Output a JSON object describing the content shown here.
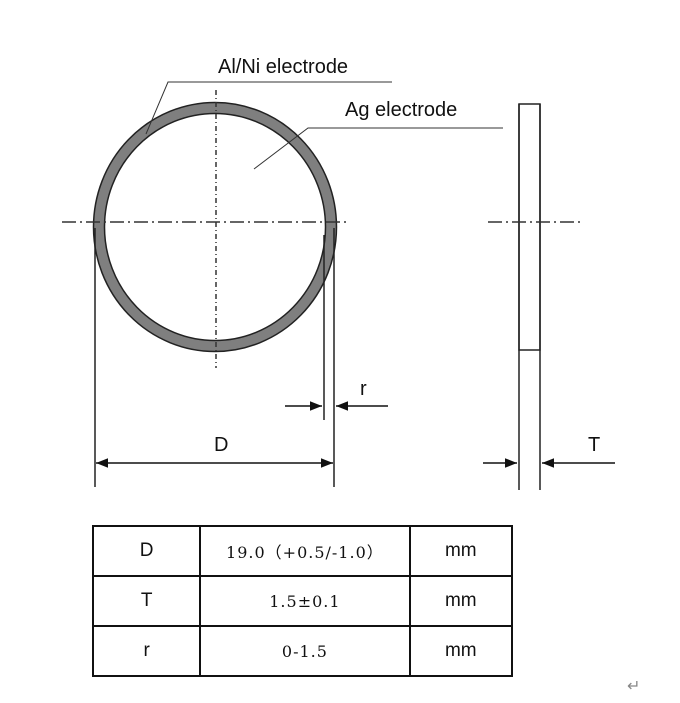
{
  "diagram": {
    "labels": {
      "al_ni": "Al/Ni electrode",
      "ag": "Ag electrode",
      "r": "r",
      "D": "D",
      "T": "T"
    }
  },
  "table": {
    "rows": [
      {
        "param": "D",
        "value": "19.0（+0.5/-1.0）",
        "unit": "mm"
      },
      {
        "param": "T",
        "value": "1.5±0.1",
        "unit": "mm"
      },
      {
        "param": "r",
        "value": "0-1.5",
        "unit": "mm"
      }
    ]
  },
  "return_mark": "↵"
}
